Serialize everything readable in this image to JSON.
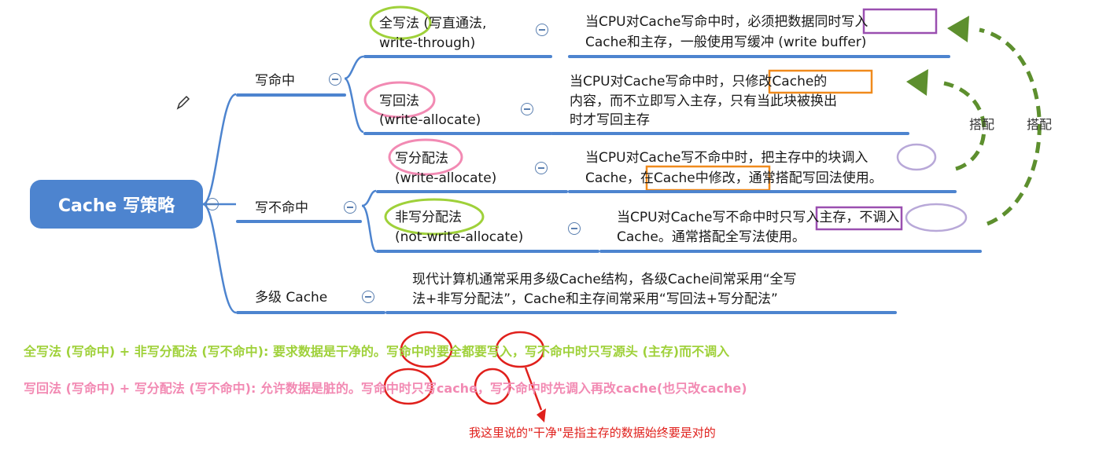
{
  "root": {
    "label": "Cache 写策略"
  },
  "branches": {
    "hit": {
      "label": "写命中",
      "write_through": {
        "line1": "全写法 (写直通法,",
        "line2": "write-through)",
        "desc1": "当CPU对Cache写命中时，必须把数据同时写入",
        "desc2": "Cache和主存，一般使用写缓冲 (write buffer)"
      },
      "write_back": {
        "line1": "写回法",
        "line2": "(write-allocate)",
        "desc1": "当CPU对Cache写命中时，只修改Cache的",
        "desc2": "内容，而不立即写入主存，只有当此块被换出",
        "desc3": "时才写回主存"
      }
    },
    "miss": {
      "label": "写不命中",
      "write_allocate": {
        "line1": "写分配法",
        "line2": "(write-allocate)",
        "desc1": "当CPU对Cache写不命中时，把主存中的块调入",
        "desc2": "Cache，在Cache中修改，通常搭配写回法使用。"
      },
      "no_write_allocate": {
        "line1": "非写分配法",
        "line2": "(not-write-allocate)",
        "desc1": "当CPU对Cache写不命中时只写入主存，不调入",
        "desc2": "Cache。通常搭配全写法使用。"
      }
    },
    "multi": {
      "label": "多级 Cache",
      "desc1": "现代计算机通常采用多级Cache结构，各级Cache间常采用“全写",
      "desc2": "法+非写分配法”，Cache和主存间常采用“写回法+写分配法”"
    }
  },
  "pair_labels": {
    "left": "搭配",
    "right": "搭配"
  },
  "summaries": {
    "line1": "全写法 (写命中) + 非写分配法 (写不命中): 要求数据是干净的。写命中时要全都要写入，写不命中时只写源头 (主存)而不调入",
    "line2": "写回法 (写命中) + 写分配法 (写不命中): 允许数据是脏的。写命中时只写cache，写不命中时先调入再改cache(也只改cache)"
  },
  "annotation_note": "我这里说的\"干净\"是指主存的数据始终要是对的",
  "colors": {
    "node_blue": "#4d84cf",
    "green": "#9fd13a",
    "pink": "#f28ab3",
    "orange": "#f08a1c",
    "purple": "#9a4fb0",
    "lavender": "#b8a8d8",
    "red": "#e0201c",
    "arrow_green": "#5d8f2e"
  },
  "icons": [
    "pencil-icon",
    "collapse-icon"
  ]
}
